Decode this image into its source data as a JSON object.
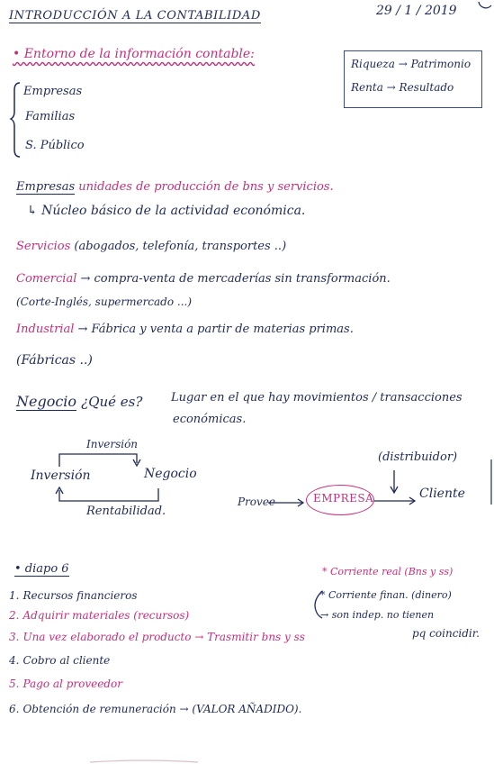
{
  "header": {
    "title": "INTRODUCCIÓN A LA CONTABILIDAD",
    "date": "29 / 1 / 2019"
  },
  "entorno": {
    "heading": "• Entorno de la información contable:",
    "items": [
      "Empresas",
      "Familias",
      "S. Público"
    ]
  },
  "box": {
    "line1_a": "Riqueza",
    "line1_b": "Patrimonio",
    "line2_a": "Renta",
    "line2_b": "Resultado"
  },
  "empresas": {
    "term": "Empresas",
    "def": "unidades de producción de bns y servicios.",
    "sub": "↳ Núcleo básico de la actividad económica."
  },
  "servicios": {
    "term": "Servicios",
    "rest": "(abogados, telefonía, transportes ..)"
  },
  "comercial": {
    "term": "Comercial",
    "rest": "→ compra-venta de mercaderías sin transformación.",
    "example": "(Corte-Inglés, supermercado ...)"
  },
  "industrial": {
    "term": "Industrial",
    "rest": "→ Fábrica y venta a partir de materias primas.",
    "example": "(Fábricas ..)"
  },
  "negocio": {
    "term": "Negocio",
    "question": "¿Qué es?",
    "answer1": "Lugar en el que hay movimientos / transacciones",
    "answer2": "económicas."
  },
  "diagram": {
    "top_label": "Inversión",
    "left_node": "Inversión",
    "right_node": "Negocio",
    "bottom_label": "Rentabilidad.",
    "distribuidor": "(distribuidor)",
    "provee": "Provee",
    "empresa": "EMPRESA",
    "cliente": "Cliente"
  },
  "diapo": {
    "heading": "• diapo 6",
    "items": [
      {
        "num": "1.",
        "text": "Recursos financieros",
        "color": "#1f2a55"
      },
      {
        "num": "2.",
        "text": "Adquirir materiales (recursos)",
        "color": "#c4307a"
      },
      {
        "num": "3.",
        "text": "Una vez elaborado el producto → Trasmitir bns y ss",
        "color": "#c4307a"
      },
      {
        "num": "4.",
        "text": "Cobro al cliente",
        "color": "#1f2a55"
      },
      {
        "num": "5.",
        "text": "Pago al proveedor",
        "color": "#c4307a"
      },
      {
        "num": "6.",
        "text": "Obtención de remuneración → (VALOR AÑADIDO).",
        "color": "#1f2a55"
      }
    ],
    "side1": "* Corriente real (Bns y ss)",
    "side2": "* Corriente finan. (dinero)",
    "side3": "→ son indep. no tienen",
    "side4": "pq coincidir."
  },
  "colors": {
    "navy": "#1f2a55",
    "pink": "#c4307a"
  }
}
